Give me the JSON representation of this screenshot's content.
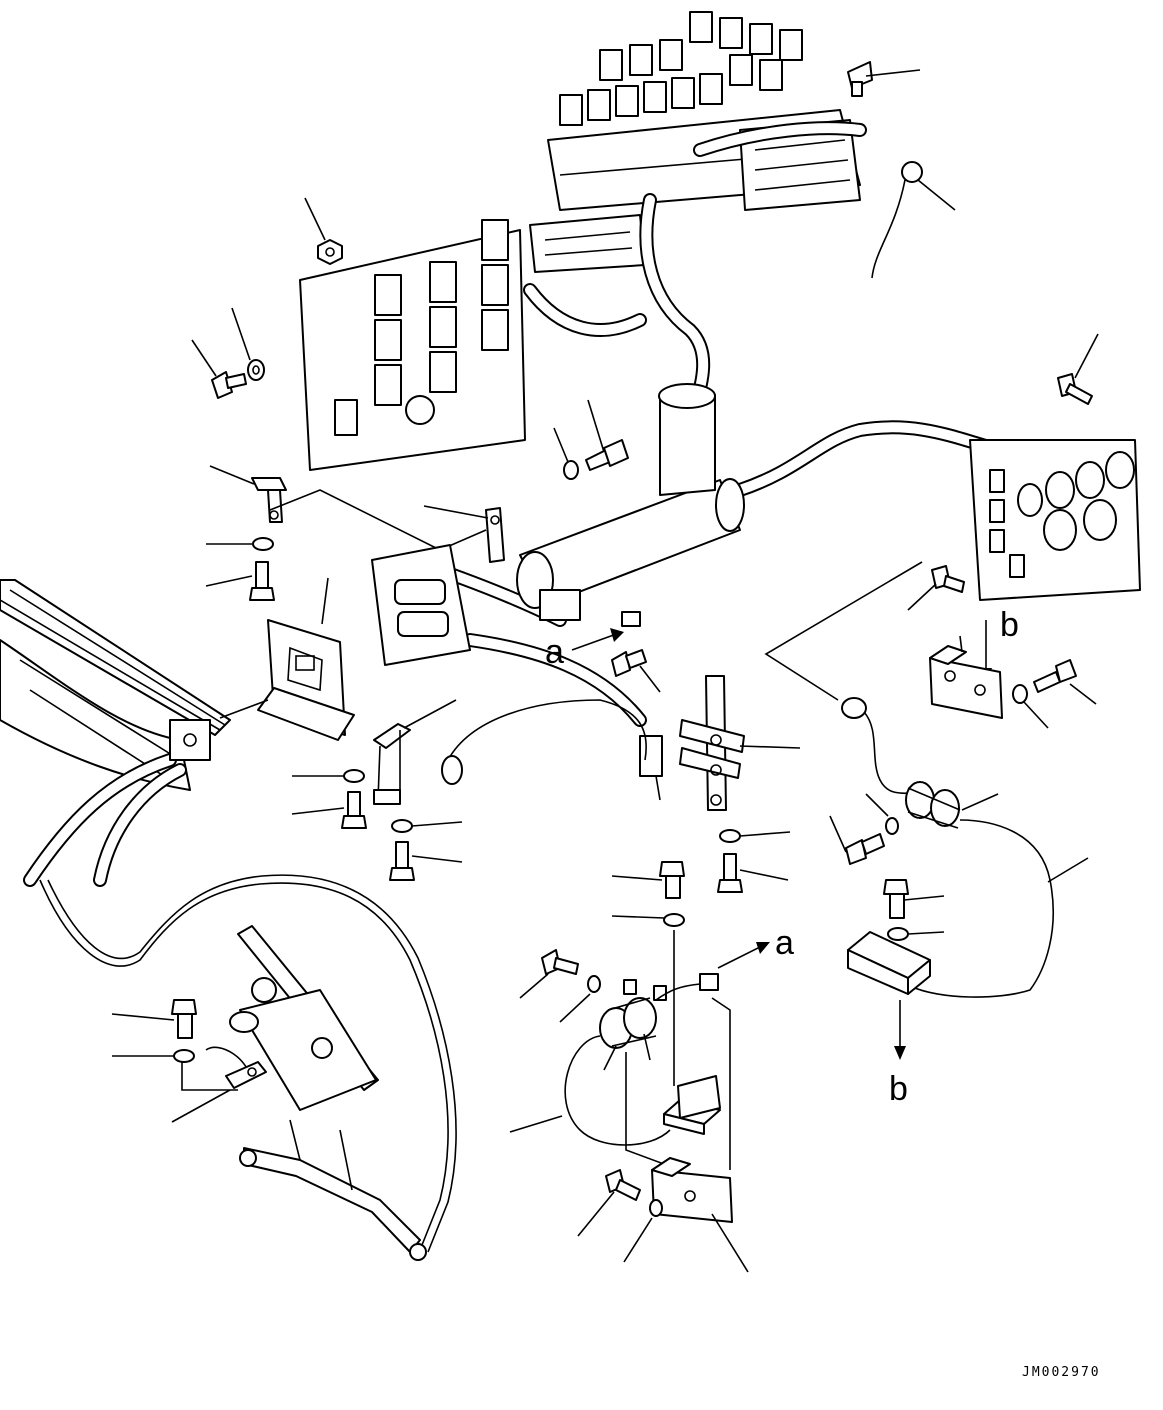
{
  "diagram": {
    "view_labels": [
      "a",
      "a",
      "b",
      "b"
    ],
    "drawing_code": "JM002970"
  }
}
